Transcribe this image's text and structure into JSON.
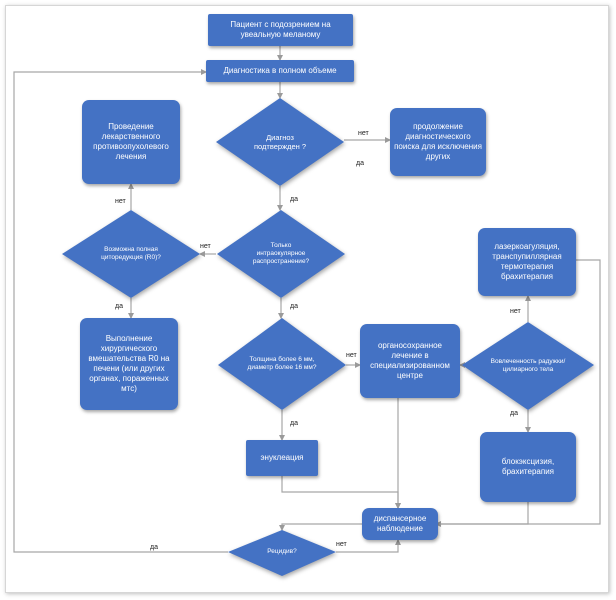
{
  "nodes": {
    "start": "Пациент с подозрением на увеальную меланому",
    "diagnostics": "Диагностика в полном объеме",
    "diag_confirmed": "Диагноз подтвержден ?",
    "continue_search": "продолжение диагностического поиска для исключения других",
    "intraocular": "Только интраокулярное распространение?",
    "full_cytoreduction": "Возможна полная циторедукция (R0)?",
    "drug_treatment": "Проведение лекарственного противоопухолевого лечения",
    "surgery": "Выполнение хирургического вмешательства R0 на печени (или других органах, пораженных мтс)",
    "thickness": "Толщина более 6 мм, диаметр более 16 мм?",
    "organ_sparing": "органосохранное лечение в специализированном центре",
    "ciliary": "Вовлеченность радужки/цилиарного тела",
    "laser": "лазеркоагуляция, транспупиллярная термотерапия брахитерапия",
    "block_excision": "блокэксцизия, брахитерапия",
    "enucleation": "энуклеация",
    "dispensary": "диспансерное наблюдение",
    "relapse": "Рецидив?"
  },
  "labels": {
    "no1": "нет",
    "yes1": "да",
    "yes2": "да",
    "no2": "нет",
    "no3": "нет",
    "yes3": "да",
    "no4": "нет",
    "yes4": "да",
    "no5": "нет",
    "yes5": "да",
    "no6": "нет",
    "yes6": "да"
  },
  "colors": {
    "fill": "#4472c4",
    "line": "#a6a6a6",
    "text": "#ffffff"
  }
}
